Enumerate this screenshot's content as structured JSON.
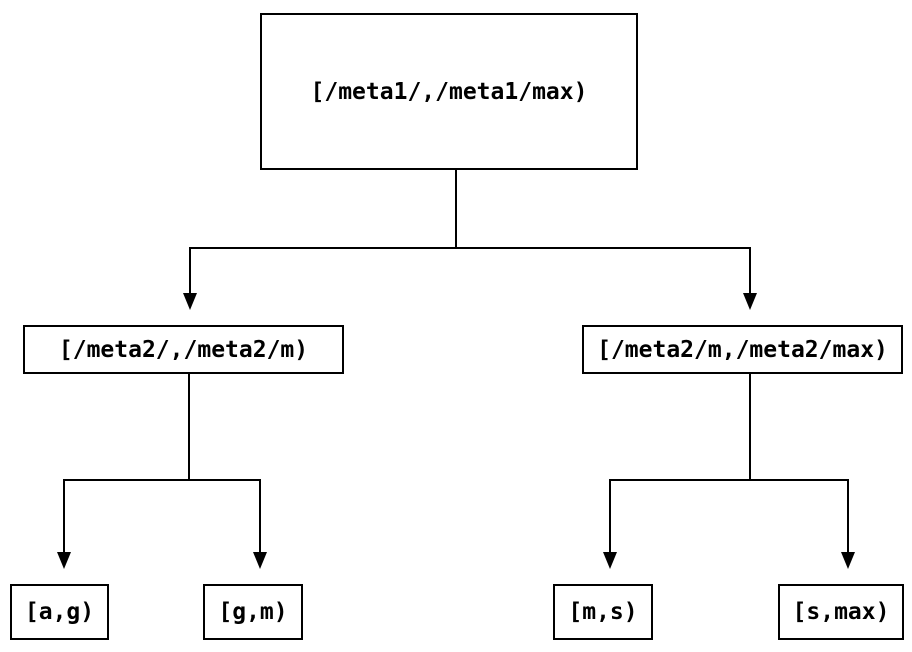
{
  "tree": {
    "nodes": {
      "root": {
        "label": "[/meta1/,/meta1/max)"
      },
      "meta2_low": {
        "label": "[/meta2/,/meta2/m)"
      },
      "meta2_high": {
        "label": "[/meta2/m,/meta2/max)"
      },
      "leaf_a_g": {
        "label": "[a,g)"
      },
      "leaf_g_m": {
        "label": "[g,m)"
      },
      "leaf_m_s": {
        "label": "[m,s)"
      },
      "leaf_s_max": {
        "label": "[s,max)"
      }
    },
    "edges": [
      [
        "root",
        "meta2_low"
      ],
      [
        "root",
        "meta2_high"
      ],
      [
        "meta2_low",
        "leaf_a_g"
      ],
      [
        "meta2_low",
        "leaf_g_m"
      ],
      [
        "meta2_high",
        "leaf_m_s"
      ],
      [
        "meta2_high",
        "leaf_s_max"
      ]
    ],
    "colors": {
      "line": "#000000",
      "box_border": "#000000",
      "background": "#ffffff",
      "text": "#000000"
    }
  }
}
